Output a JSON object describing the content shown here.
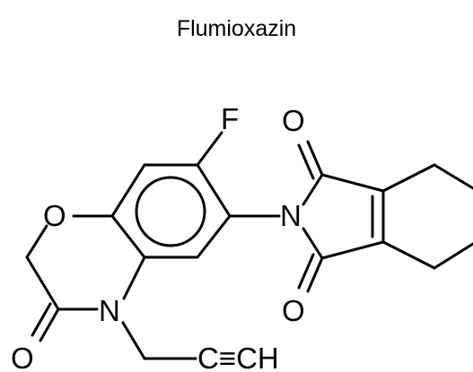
{
  "title": "Flumioxazin",
  "atoms": {
    "fluorine": "F",
    "ring_oxygen": "O",
    "imide_nitrogen": "N",
    "imide_oxygen_top": "O",
    "imide_oxygen_bottom": "O",
    "lactam_nitrogen": "N",
    "lactam_oxygen": "O",
    "propargyl_group": "C≡CH"
  }
}
